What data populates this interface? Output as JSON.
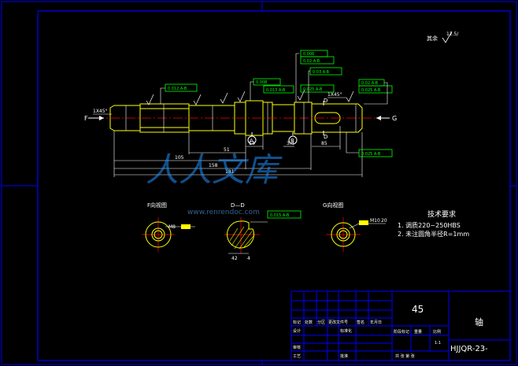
{
  "roughness_note": {
    "label": "其余",
    "value": "12.5/"
  },
  "dims": {
    "chamfer_left": "1X45°",
    "chamfer_right": "1X45°",
    "d1": "51",
    "d2": "105",
    "d3": "158",
    "d4": "181",
    "d5": "14",
    "d6": "4",
    "d7": "3.4",
    "d8": "85",
    "d9": "20"
  },
  "tolerances": {
    "t1": "0.012 A-B",
    "t2": "0.008",
    "t3": "0.013 A-B",
    "t4": "0.006",
    "t5": "0.02 A-B",
    "t6": "0.03 A-B",
    "t7": "0.025 A-B",
    "t8": "0.02 A-B",
    "t9": "0.025 A-B",
    "t10": "0.025 A-B"
  },
  "section_marks": {
    "f": "F",
    "g": "G",
    "d": "D"
  },
  "datums": {
    "a": "A",
    "b": "B"
  },
  "views": {
    "f_title": "F向视图",
    "d_title": "D—D",
    "g_title": "G向视图",
    "f_dim": "M8",
    "g_dim": "M10",
    "g_dim2": "20",
    "d_tol": "0.015 A-B",
    "d_dim1": "42",
    "d_dim2": "4"
  },
  "tech": {
    "title": "技术要求",
    "line1": "1.  调质220~250HBS",
    "line2": "2.  未注圆角半径R=1mm"
  },
  "watermark": {
    "cn": "人人文库",
    "url": "www.renrendoc.com"
  },
  "titleblock": {
    "material": "45",
    "part_name": "轴",
    "drawing_no": "HJJQR-23-",
    "h1": "标记",
    "h2": "处数",
    "h3": "分区",
    "h4": "更改文件号",
    "h5": "签名",
    "h6": "年月日",
    "r1": "设计",
    "r2": "标准化",
    "r3": "审核",
    "r4": "工艺",
    "r5": "批准",
    "c1": "阶段标记",
    "c2": "重量",
    "c3": "比例",
    "scale": "1:1",
    "sheet": "共  张  第  张"
  },
  "colors": {
    "line": "#ffff00",
    "frame": "#0000ff",
    "text": "#ffffff",
    "center": "#ff0000",
    "tol": "#00ff00"
  }
}
